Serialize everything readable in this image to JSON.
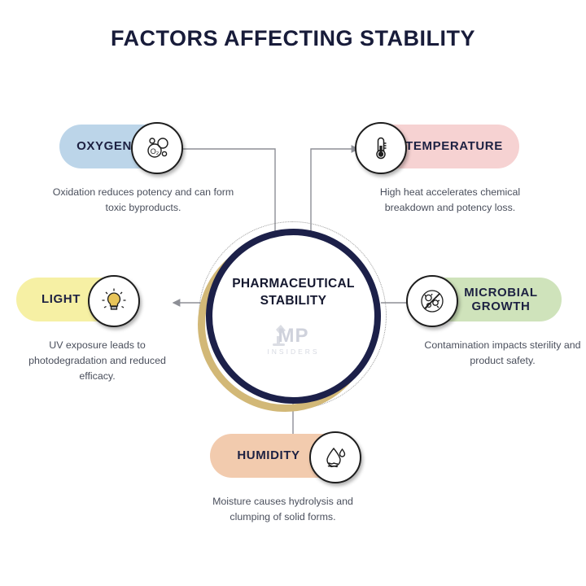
{
  "title": "FACTORS AFFECTING STABILITY",
  "center": {
    "label": "PHARMACEUTICAL\nSTABILITY",
    "watermark_main": "MP",
    "watermark_sub": "INSIDERS",
    "ring_color": "#1c2049",
    "accent_ring_color": "#d2b877"
  },
  "nodes": [
    {
      "id": "oxygen",
      "label": "OXYGEN",
      "description": "Oxidation reduces potency and can form toxic byproducts.",
      "color": "#bcd5e9",
      "icon": "oxygen-bubbles-icon",
      "icon_side": "right"
    },
    {
      "id": "temperature",
      "label": "TEMPERATURE",
      "description": "High heat accelerates chemical breakdown and potency loss.",
      "color": "#f6d2d2",
      "icon": "thermometer-icon",
      "icon_side": "left"
    },
    {
      "id": "light",
      "label": "LIGHT",
      "description": "UV exposure leads to photodegradation and reduced efficacy.",
      "color": "#f6f0a4",
      "icon": "lightbulb-icon",
      "icon_side": "right"
    },
    {
      "id": "microbial",
      "label": "MICROBIAL\nGROWTH",
      "description": "Contamination impacts sterility and product safety.",
      "color": "#cfe3bb",
      "icon": "no-bacteria-icon",
      "icon_side": "left"
    },
    {
      "id": "humidity",
      "label": "HUMIDITY",
      "description": "Moisture causes hydrolysis and clumping of solid forms.",
      "color": "#f2cbae",
      "icon": "water-drop-icon",
      "icon_side": "right"
    }
  ]
}
